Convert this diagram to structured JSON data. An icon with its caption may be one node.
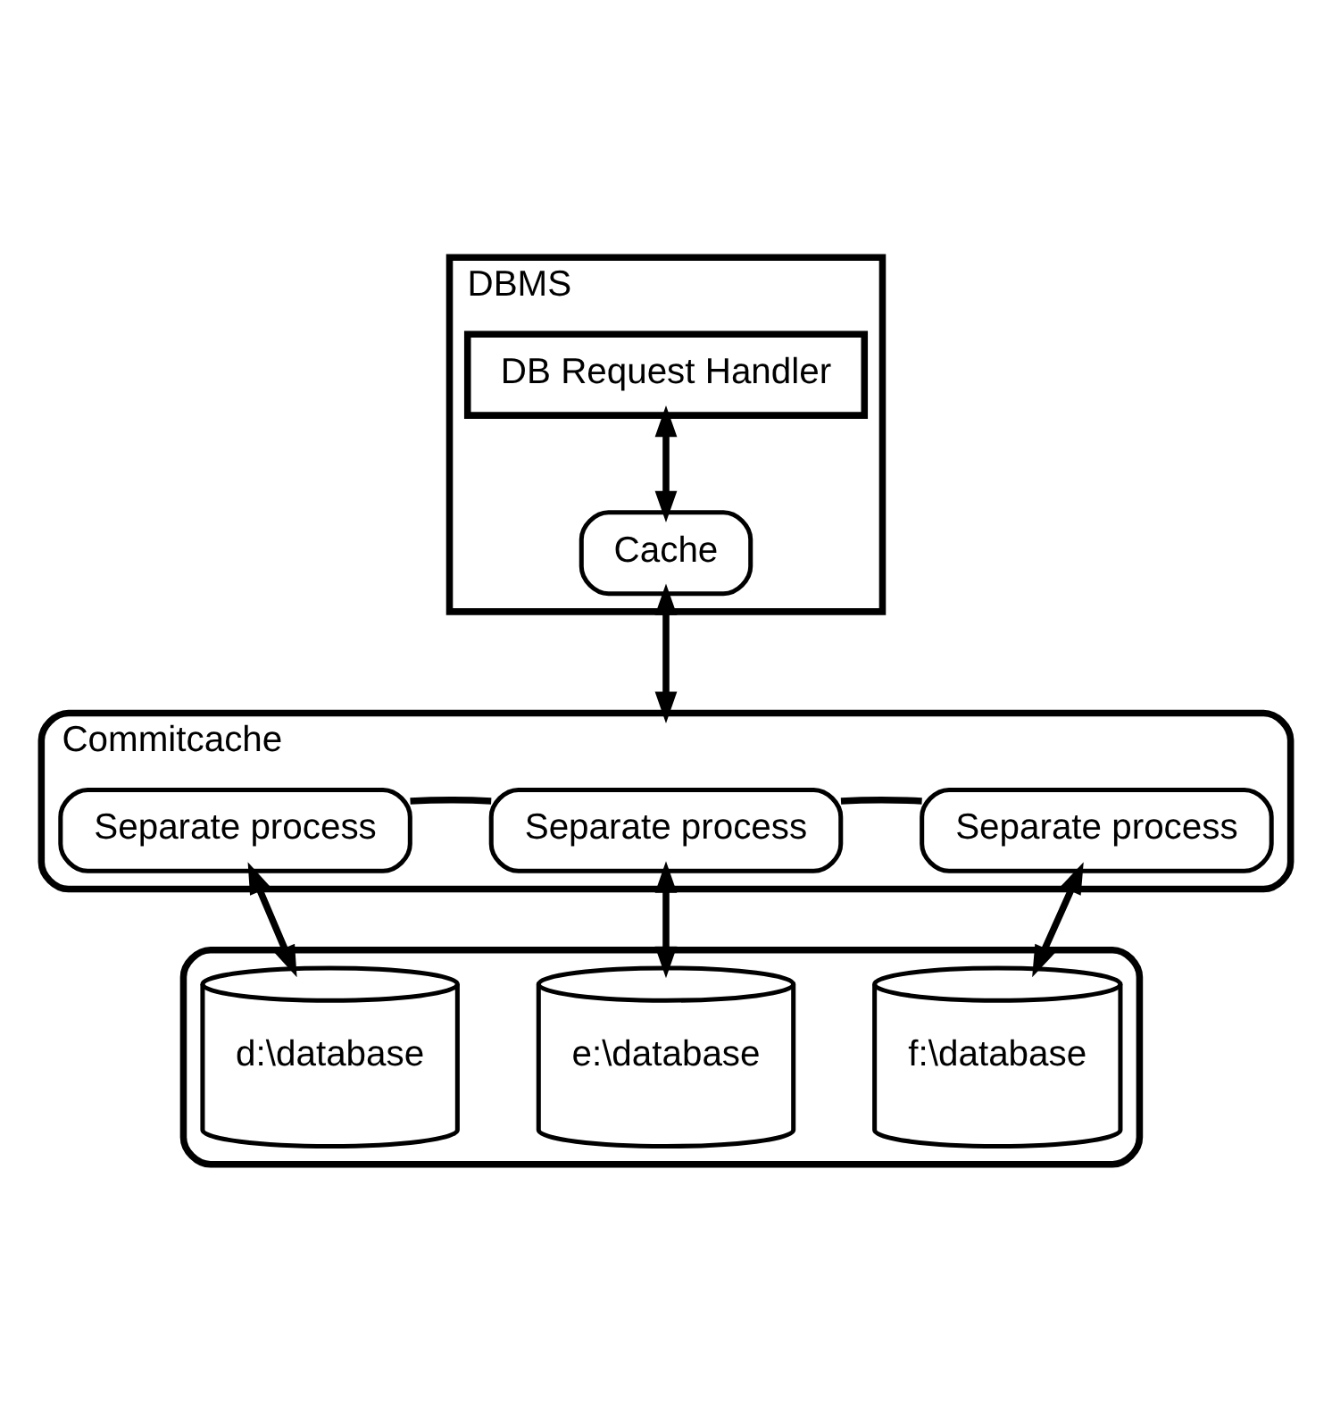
{
  "diagram": {
    "nodes": [
      {
        "text": [
          "DBMS"
        ]
      },
      {
        "text": [
          "DB Request Handler"
        ],
        "in": 0
      },
      {
        "text": [
          "Cache"
        ],
        "in": 0
      },
      {
        "text": [
          "Commitcache"
        ]
      },
      {
        "text": [
          "Separate process"
        ],
        "in": 3
      },
      {
        "text": [
          "Separate process"
        ],
        "in": 3
      },
      {
        "text": [
          "Separate process"
        ],
        "in": 3
      },
      {
        "text": [],
        "shape": "box"
      },
      {
        "text": [
          "d:\\database"
        ],
        "in": 7
      },
      {
        "text": [
          "e:\\database"
        ],
        "in": 7
      },
      {
        "text": [
          "f:\\database"
        ],
        "in": 7
      }
    ],
    "edges": [
      {
        "from": 1,
        "to": 2,
        "arrow": "both"
      },
      {
        "from": 2,
        "to": 3,
        "arrow": "both"
      },
      {
        "from": 4,
        "to": 5,
        "arrow": "none"
      },
      {
        "from": 5,
        "to": 6,
        "arrow": "none"
      },
      {
        "from": 4,
        "to": 8,
        "arrow": "both"
      },
      {
        "from": 5,
        "to": 9,
        "arrow": "both"
      },
      {
        "from": 6,
        "to": 10,
        "arrow": "both"
      }
    ]
  }
}
